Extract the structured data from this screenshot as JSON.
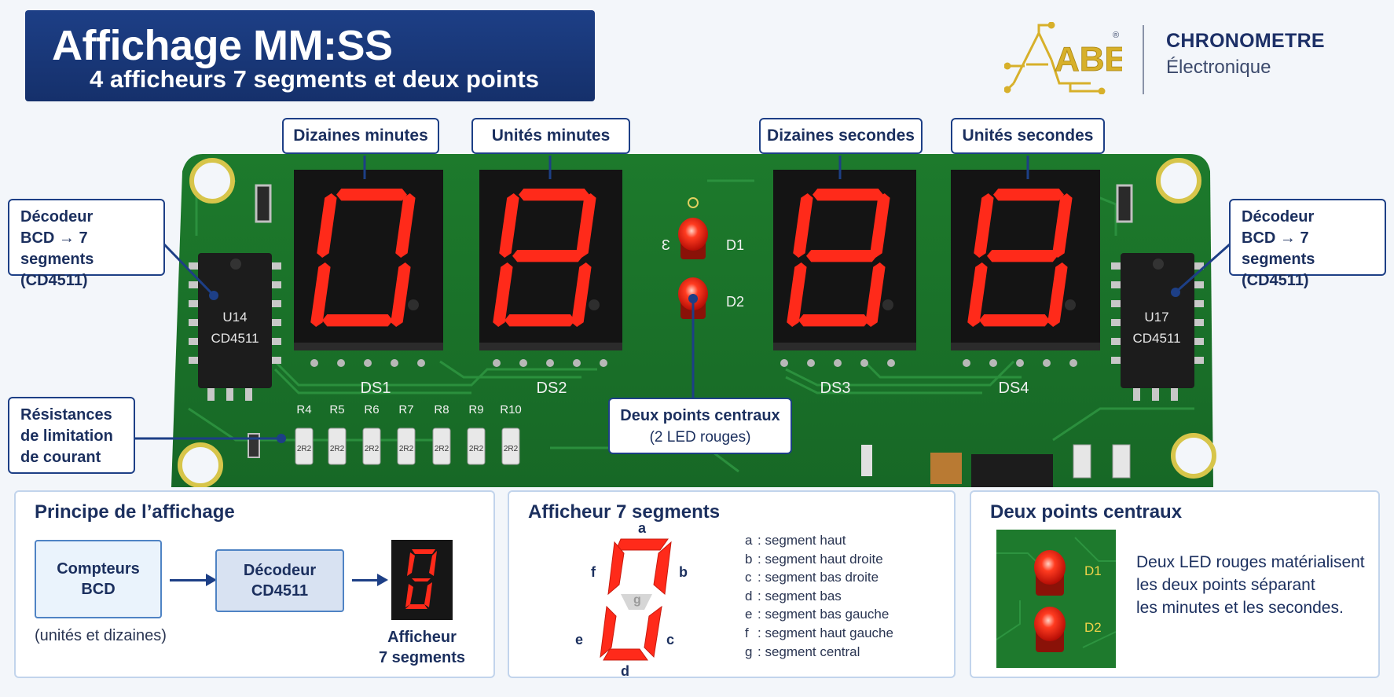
{
  "header": {
    "title": "Affichage MM:SS",
    "subtitle": "4 afficheurs 7 segments et deux points"
  },
  "brand": {
    "logo_text": "ABE",
    "logo_mark": "®",
    "name": "CHRONOMETRE",
    "tagline": "Électronique"
  },
  "colors": {
    "banner": "#1d3f86",
    "pcb": "#1f7a2e",
    "segment_on": "#ff2a1a",
    "gold": "#d7b02a"
  },
  "labels": {
    "dizaines_minutes": "Dizaines minutes",
    "unites_minutes": "Unités minutes",
    "dizaines_secondes": "Dizaines secondes",
    "unites_secondes": "Unités secondes",
    "decoder_left": [
      "Décodeur",
      "BCD → 7 segments",
      "(CD4511)"
    ],
    "decoder_right": [
      "Décodeur",
      "BCD → 7 segments",
      "(CD4511)"
    ],
    "resistors_callout": [
      "Résistances",
      "de limitation",
      "de courant"
    ],
    "colon_callout": "Deux points centraux",
    "colon_callout_sub": "(2 LED rouges)"
  },
  "board": {
    "ds1": "DS1",
    "ds2": "DS2",
    "ds3": "DS3",
    "ds4": "DS4",
    "u14_ref": "U14",
    "u14_part": "CD4511",
    "u17_ref": "U17",
    "u17_part": "CD4511",
    "d1": "D1",
    "d2": "D2",
    "resistors": [
      "R4",
      "R5",
      "R6",
      "R7",
      "R8",
      "R9",
      "R10"
    ],
    "resistor_code": "2R2",
    "digits": [
      "0",
      "8",
      "8",
      "8"
    ]
  },
  "principle": {
    "title": "Principe de l’affichage",
    "counter_line1": "Compteurs",
    "counter_line2": "BCD",
    "counter_note": "(unités et dizaines)",
    "decoder_line1": "Décodeur",
    "decoder_line2": "CD4511",
    "display_line1": "Afficheur",
    "display_line2": "7 segments"
  },
  "segments": {
    "title": "Afficheur 7 segments",
    "letters": [
      "a",
      "b",
      "c",
      "d",
      "e",
      "f",
      "g"
    ],
    "legend": [
      {
        "key": "a",
        "text": ": segment haut"
      },
      {
        "key": "b",
        "text": ": segment haut droite"
      },
      {
        "key": "c",
        "text": ": segment bas droite"
      },
      {
        "key": "d",
        "text": ": segment bas"
      },
      {
        "key": "e",
        "text": ": segment bas gauche"
      },
      {
        "key": "f",
        "text": ": segment haut gauche"
      },
      {
        "key": "g",
        "text": ": segment central"
      }
    ]
  },
  "colon": {
    "title": "Deux points centraux",
    "d1": "D1",
    "d2": "D2",
    "description": [
      "Deux LED rouges matérialisent",
      "les deux points séparant",
      "les minutes et les secondes."
    ]
  }
}
